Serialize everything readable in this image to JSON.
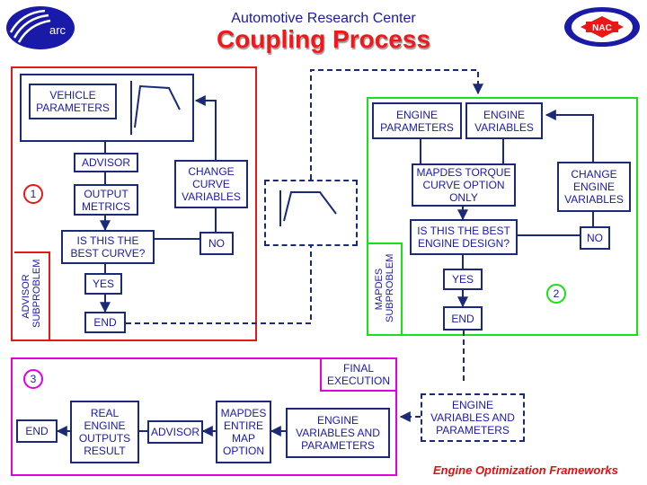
{
  "header": {
    "org": "Automotive Research Center",
    "title": "Coupling Process"
  },
  "logos": {
    "left": "arc",
    "right": "NAC"
  },
  "advisor_panel": {
    "vehicle_parameters": "VEHICLE PARAMETERS",
    "advisor": "ADVISOR",
    "output_metrics": "OUTPUT METRICS",
    "question": "IS THIS THE BEST CURVE?",
    "yes": "YES",
    "no": "NO",
    "end": "END",
    "change": "CHANGE CURVE VARIABLES",
    "side_label": "ADVISOR SUBPROBLEM",
    "step": "1"
  },
  "mapdes_panel": {
    "engine_parameters": "ENGINE PARAMETERS",
    "engine_variables": "ENGINE VARIABLES",
    "torque_curve": "MAPDES TORQUE CURVE OPTION ONLY",
    "change": "CHANGE ENGINE VARIABLES",
    "question": "IS THIS THE BEST ENGINE DESIGN?",
    "no": "NO",
    "yes": "YES",
    "end": "END",
    "side_label": "MAPDES SUBPROBLEM",
    "step": "2"
  },
  "final_panel": {
    "title": "FINAL EXECUTION",
    "step": "3",
    "end": "END",
    "real_outputs": "REAL ENGINE OUTPUTS RESULT",
    "advisor": "ADVISOR",
    "mapdes_map": "MAPDES ENTIRE MAP OPTION",
    "engine_vars_params": "ENGINE VARIABLES AND PARAMETERS"
  },
  "transfer": {
    "engine_vars_params": "ENGINE VARIABLES AND PARAMETERS"
  },
  "footer": "Engine Optimization Frameworks",
  "colors": {
    "advisor_frame": "#e81818",
    "mapdes_frame": "#19e019",
    "final_frame": "#e000e0",
    "box_border": "#1a2a78",
    "text": "#1a1aa8",
    "title": "#f01818"
  }
}
